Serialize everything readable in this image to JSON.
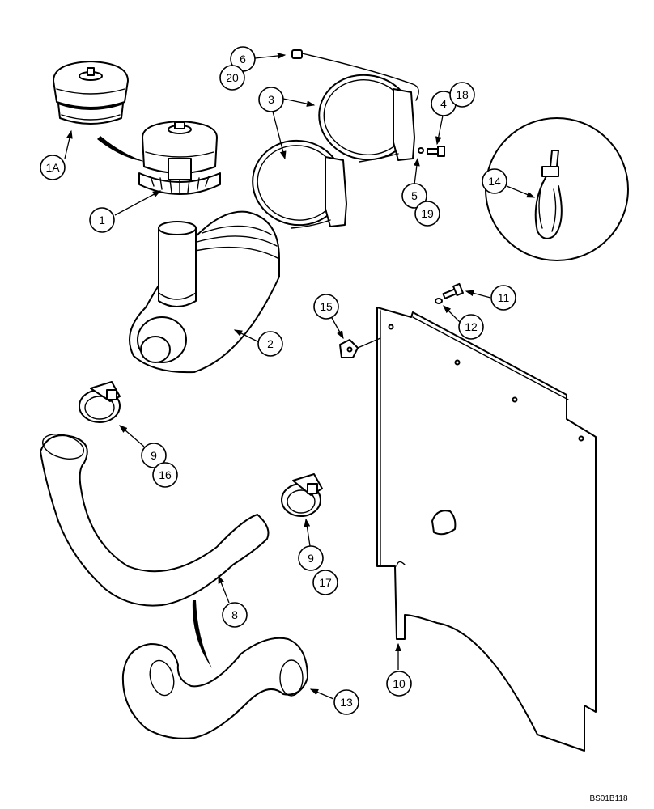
{
  "drawing_code": "BS01B118",
  "callouts": {
    "c1A": "1A",
    "c1": "1",
    "c2": "2",
    "c3": "3",
    "c4": "4",
    "c18": "18",
    "c5": "5",
    "c19": "19",
    "c6": "6",
    "c20": "20",
    "c8": "8",
    "c9a": "9",
    "c16": "16",
    "c9b": "9",
    "c17": "17",
    "c10": "10",
    "c11": "11",
    "c12": "12",
    "c13": "13",
    "c14": "14",
    "c15": "15"
  }
}
